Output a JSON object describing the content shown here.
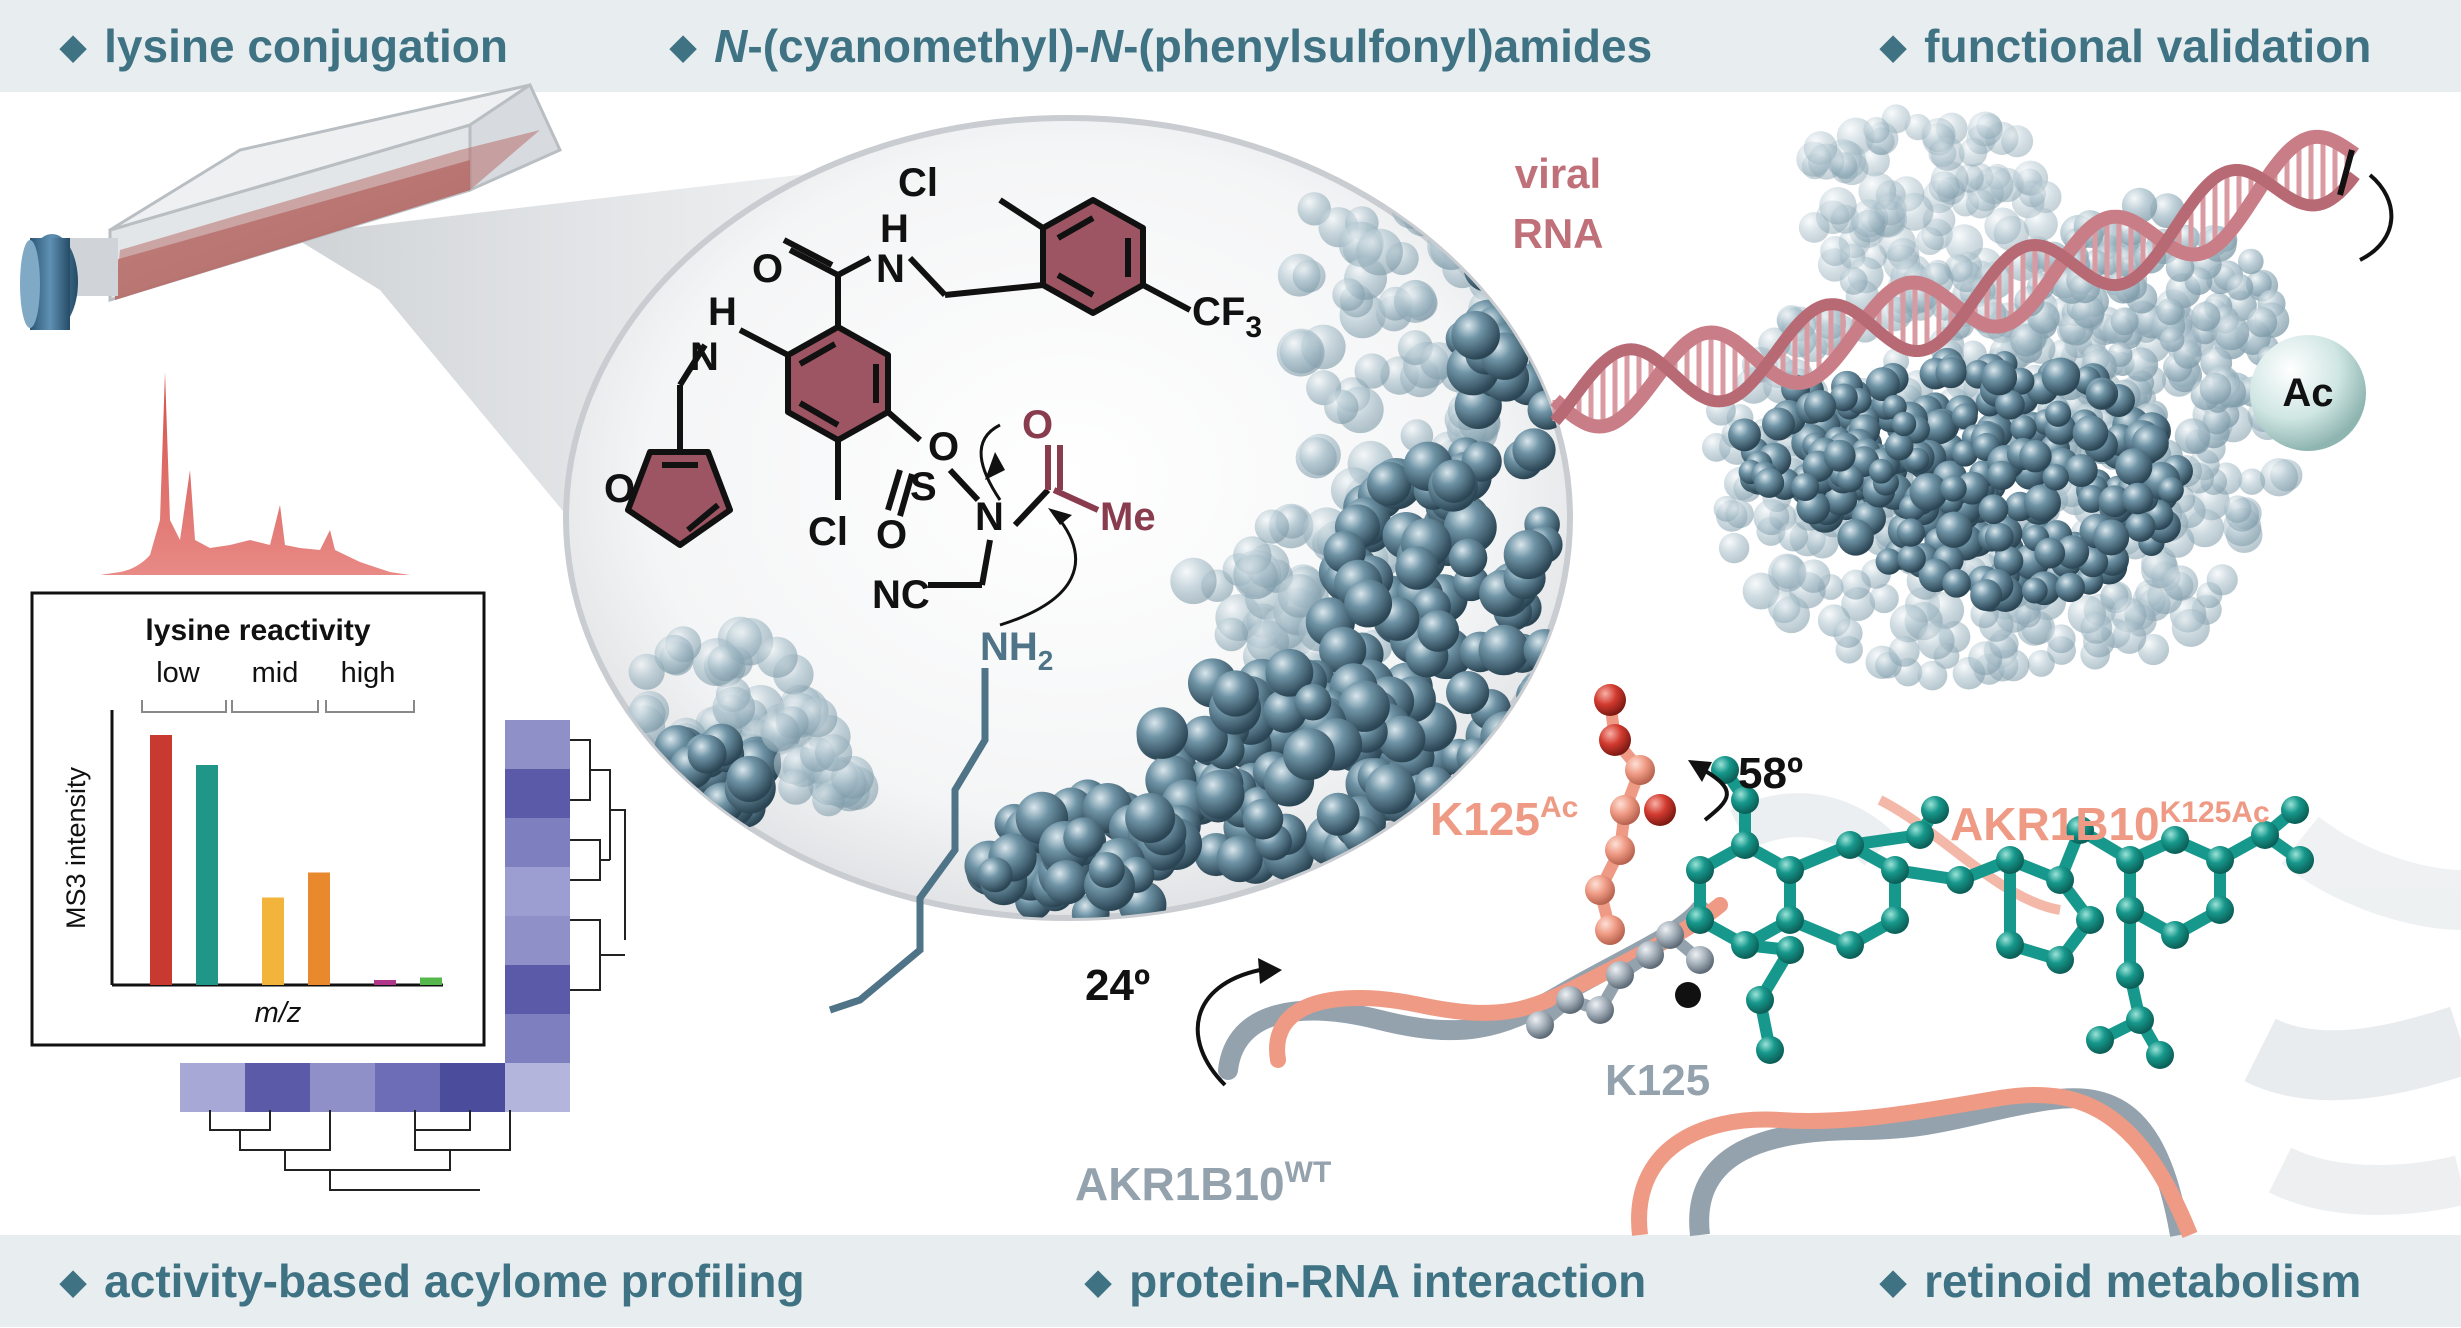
{
  "header": {
    "items": [
      {
        "label": "lysine conjugation"
      },
      {
        "label_italic_a": "N",
        "label_mid": "-(cyanomethyl)-",
        "label_italic_b": "N",
        "label_rest": "-(phenylsulfonyl)amides"
      },
      {
        "label": "functional validation"
      }
    ]
  },
  "footer": {
    "items": [
      {
        "label": "activity-based acylome profiling"
      },
      {
        "label": "protein-RNA interaction"
      },
      {
        "label": "retinoid metabolism"
      }
    ]
  },
  "chart_data": {
    "type": "bar",
    "title": "lysine reactivity",
    "ylabel": "MS3 intensity",
    "xlabel": "m/z",
    "groups": [
      "low",
      "mid",
      "high"
    ],
    "values": [
      100,
      88,
      35,
      45,
      2,
      3
    ],
    "colors": [
      "#c8392f",
      "#1f9688",
      "#f2b43b",
      "#e8892d",
      "#b0368c",
      "#56b74d"
    ],
    "ylim": [
      0,
      110
    ]
  },
  "molecule": {
    "atoms": {
      "cl_top": "Cl",
      "nh_h": "H",
      "nh_n": "N",
      "o_amide": "O",
      "cf3": "CF",
      "cf3_sub": "3",
      "hn_h": "H",
      "hn_n": "N",
      "o_furan": "O",
      "s": "S",
      "o_s1": "O",
      "o_s2": "O",
      "n_center": "N",
      "o_acyl": "O",
      "me": "Me",
      "cl_bottom": "Cl",
      "nc": "NC",
      "nh2": "NH",
      "nh2_sub": "2"
    }
  },
  "labels": {
    "viral": "viral",
    "rna": "RNA",
    "ac": "Ac",
    "angle_58": "58º",
    "angle_24": "24º",
    "k125ac": "K125",
    "k125ac_sup": "Ac",
    "akr_ac": "AKR1B10",
    "akr_ac_sup": "K125Ac",
    "k125": "K125",
    "akr_wt": "AKR1B10",
    "akr_wt_sup": "WT"
  },
  "colors": {
    "banner_bg": "#e8edf0",
    "banner_text": "#3f7384",
    "molecule_accent": "#8a3c4f",
    "ring_fill": "#9e5563",
    "lysine": "#4f7387",
    "rna": "#c97d86",
    "protein": "#5f8799",
    "ligand": "#17988c",
    "salmon": "#ef9a84",
    "gray_label": "#94a2ae"
  }
}
